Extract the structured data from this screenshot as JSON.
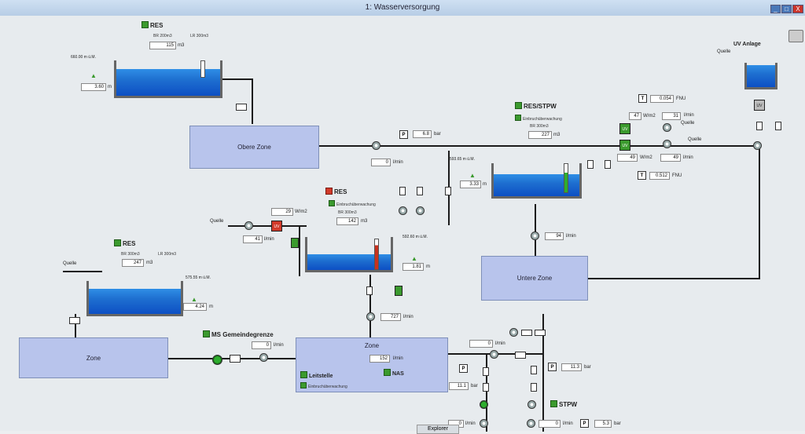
{
  "window": {
    "title": "1: Wasserversorgung",
    "min": "_",
    "max": "□",
    "close": "X"
  },
  "uv_anlage": {
    "title": "UV Anlage",
    "quelle": "Quelle",
    "uv": "UV"
  },
  "res_top": {
    "name": "RES",
    "br": "BR 200m3",
    "lr": "LR 300m3",
    "volume": "115",
    "vol_unit": "m3",
    "elevation": "660.00 m ü.M.",
    "level": "3.60",
    "level_unit": "m"
  },
  "obere_zone": {
    "label": "Obere Zone"
  },
  "res_stpw": {
    "name": "RES/STPW",
    "alarm": "Einbruchüberwachung",
    "br": "BR 300m3",
    "volume": "227",
    "vol_unit": "m3",
    "elevation": "593.65 m ü.M.",
    "level": "3.33",
    "level_unit": "m"
  },
  "pressure_top": {
    "label": "P",
    "value": "6.8",
    "unit": "bar"
  },
  "flow_top": {
    "value": "0",
    "unit": "l/min"
  },
  "uv_right": {
    "uv1": "UV",
    "uv2": "UV",
    "t1": {
      "label": "T",
      "value": "0.054",
      "unit": "FNU"
    },
    "t2": {
      "label": "T",
      "value": "0.512",
      "unit": "FNU"
    },
    "irr1": {
      "value": "47",
      "unit": "W/m2"
    },
    "irr2": {
      "value": "49",
      "unit": "W/m2"
    },
    "flow1": {
      "value": "31",
      "unit": "l/min",
      "quelle": "Quelle"
    },
    "flow2": {
      "value": "49",
      "unit": "l/min",
      "quelle": "Quelle"
    }
  },
  "res_mid": {
    "name": "RES",
    "alarm": "Einbruchüberwachung",
    "br": "BR 300m3",
    "volume": "142",
    "vol_unit": "m3",
    "elevation": "592.60 m ü.M.",
    "level": "1.81",
    "level_unit": "m",
    "uv": "UV",
    "irr": "29",
    "irr_unit": "W/m2",
    "flow": "41",
    "flow_unit": "l/min",
    "quelle": "Quelle"
  },
  "res_left": {
    "name": "RES",
    "br": "BR 300m3",
    "lr": "LR 300m3",
    "volume": "247",
    "vol_unit": "m3",
    "elevation": "575.55 m ü.M.",
    "level": "4.24",
    "level_unit": "m",
    "quelle": "Quelle"
  },
  "untere_zone": {
    "label": "Untere Zone",
    "flow": "94",
    "flow_unit": "l/min"
  },
  "zone_left": {
    "label": "Zone"
  },
  "zone_mid": {
    "label": "Zone",
    "flow": "152",
    "flow_unit": "l/min",
    "inflow": "727",
    "inflow_unit": "l/min"
  },
  "ms_gemeindegrenze": {
    "name": "MS Gemeindegrenze",
    "flow": "0",
    "flow_unit": "l/min"
  },
  "leitstelle": {
    "name": "Leitstelle",
    "alarm": "Einbruchüberwachung"
  },
  "nas": {
    "name": "NAS"
  },
  "lower_right": {
    "flow_in": {
      "value": "0",
      "unit": "l/min"
    },
    "p1": {
      "label": "P",
      "value": "11.1",
      "unit": "bar"
    },
    "p2": {
      "label": "P",
      "value": "11.3",
      "unit": "bar"
    },
    "stpw": "STPW",
    "flow_out": {
      "value": "0",
      "unit": "l/min"
    },
    "p3": {
      "label": "P",
      "value": "5.3",
      "unit": "bar"
    },
    "flow_bottom": {
      "value": "0",
      "unit": "l/min"
    }
  },
  "taskbar": {
    "explorer": "Explorer"
  }
}
